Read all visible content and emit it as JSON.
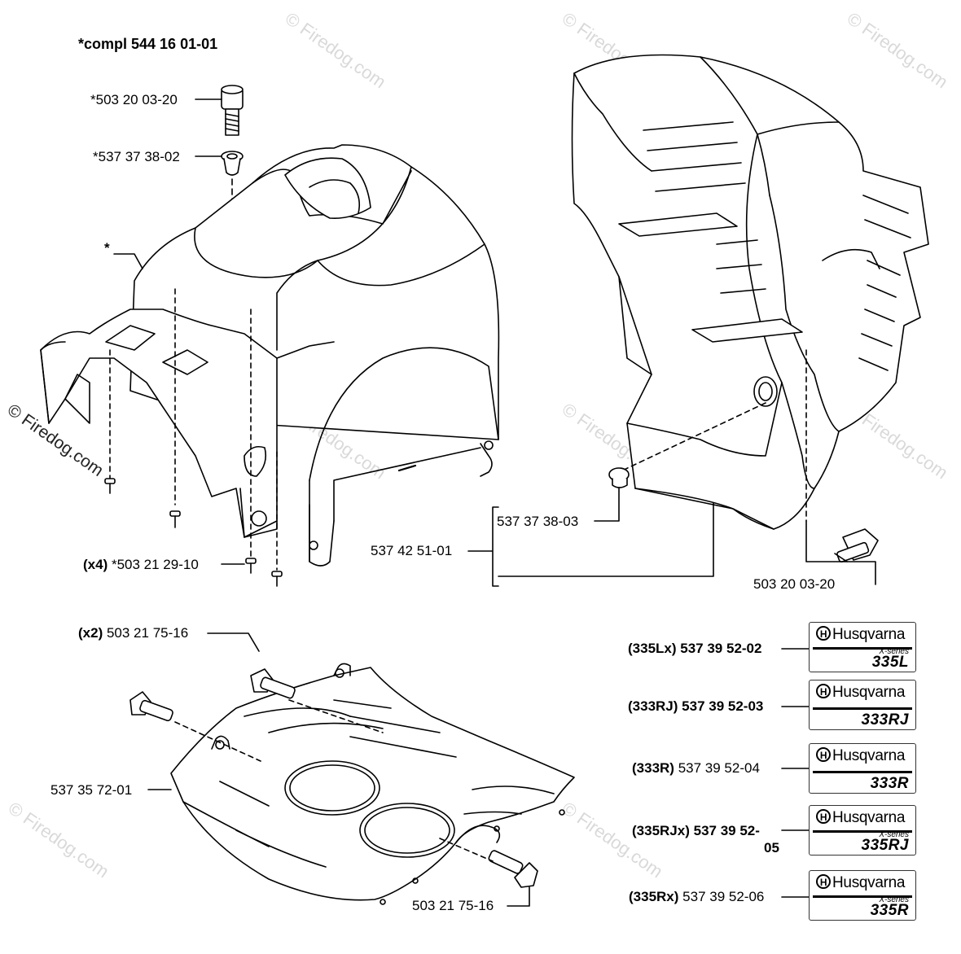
{
  "assembly_heading": "*compl 544 16 01-01",
  "cover_asterisk": "*",
  "parts": {
    "screw_top": "*503 20 03-20",
    "bushing_top": "*537 37 38-02",
    "screws_x4_qty": "(x4)",
    "screws_x4": "*503 21 29-10",
    "bushing_right": "537 37 38-03",
    "shroud_right": "537 42 51-01",
    "screw_right": "503 20 03-20",
    "screws_x2_qty": "(x2)",
    "screws_x2": "503 21 75-16",
    "plate": "537 35 72-01",
    "screw_plate": "503 21 75-16"
  },
  "decals": [
    {
      "model_code": "(335Lx)",
      "part": "537 39 52-02",
      "brand": "Husqvarna",
      "series": "X-series",
      "model": "335L"
    },
    {
      "model_code": "(333RJ)",
      "part": "537 39 52-03",
      "brand": "Husqvarna",
      "series": "",
      "model": "333RJ"
    },
    {
      "model_code": "(333R)",
      "part": "537 39 52-04",
      "brand": "Husqvarna",
      "series": "",
      "model": "333R"
    },
    {
      "model_code": "(335RJx)",
      "part": "537 39 52-",
      "part_cont": "05",
      "brand": "Husqvarna",
      "series": "X-series",
      "model": "335RJ"
    },
    {
      "model_code": "(335Rx)",
      "part": "537 39 52-06",
      "brand": "Husqvarna",
      "series": "X-series",
      "model": "335R"
    }
  ],
  "brand_logo_letter": "H",
  "watermark": "© Firedog.com",
  "colors": {
    "line": "#000000",
    "fill": "#ffffff",
    "watermark": "#d9d9d9"
  }
}
